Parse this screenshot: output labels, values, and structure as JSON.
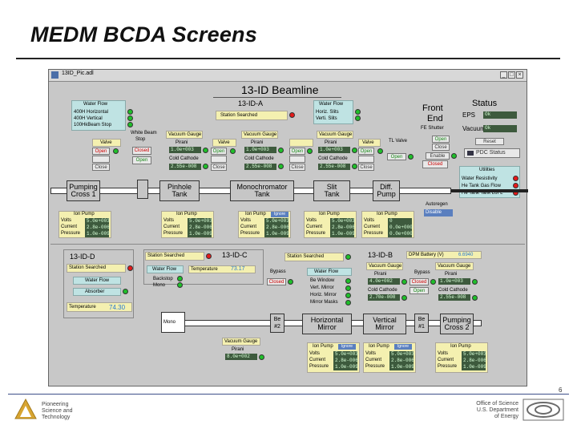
{
  "slide": {
    "title": "MEDM BCDA Screens",
    "page_number": "6",
    "footer_left": [
      "Pioneering",
      "Science and",
      "Technology"
    ],
    "footer_right": [
      "Office of Science",
      "U.S. Department",
      "of Energy"
    ]
  },
  "window": {
    "title": "13ID_Pic.adl",
    "beamline_title": "13-ID Beamline"
  },
  "ida": {
    "label": "13-ID-A",
    "station": "Station Searched",
    "water_flow": {
      "title": "Water Flow",
      "items": [
        "400H Horizontal",
        "400H Vertical",
        "100HkBeam Stop"
      ]
    },
    "white_beam_stop": {
      "title": "White Beam",
      "sub": "Stop",
      "closed": "Closed",
      "open": "Open"
    },
    "water_flow2": {
      "title": "Water Flow",
      "items": [
        "Horiz. Slits",
        "Verti. Slits"
      ]
    },
    "valve1": {
      "title": "Valve",
      "status": "Open",
      "close": "Close"
    },
    "vacgauge1": {
      "title": "Vacuum Gauge",
      "pirani": "Pirani",
      "v1": "1.0e+003",
      "cold": "Cold Cathode",
      "v2": "2.55e-008"
    },
    "valve2": {
      "title": "Valve",
      "status": "Open",
      "close": "Close"
    },
    "vacgauge2": {
      "title": "Vacuum Gauge",
      "pirani": "Pirani",
      "v1": "1.0e+003",
      "cold": "Cold Cathode",
      "v2": "2.55e-008"
    },
    "vacgauge3": {
      "title": "Vacuum Gauge",
      "pirani": "Pirani",
      "v1": "1.0e+003",
      "cold": "Cold Cathode",
      "v2": "2.55e-008"
    },
    "valve3": {
      "title": "Valve",
      "status": "Open",
      "close": "Close"
    },
    "valve4": {
      "title": "Valve",
      "status": "Open",
      "close": "Close"
    },
    "valve5": {
      "title": "TL Valve",
      "status": "Open"
    }
  },
  "front_end": {
    "title1": "Front",
    "title2": "End",
    "shutter": "FE Shutter",
    "open": "Open",
    "closed": "Closed",
    "close": "Close",
    "enable": "Enable"
  },
  "status": {
    "title": "Status",
    "eps": "EPS",
    "eps_val": "Ok",
    "vacuum": "Vacuum",
    "vac_val": "Ok",
    "reset": "Reset",
    "pdc": "PDC Status"
  },
  "utilities": {
    "title": "Utilities",
    "items": [
      "Water Resistivity",
      "He Tank Gas Flow",
      "He Tank Tank LoFL"
    ]
  },
  "autoregen": {
    "label": "Autoregen",
    "value": "Disable"
  },
  "components": [
    "Pumping",
    "Cross 1",
    "Pinhole",
    "Tank",
    "Monochromator",
    "Tank",
    "Slit",
    "Tank",
    "Diff.",
    "Pump"
  ],
  "ion_pumps_top": [
    {
      "title": "Ion Pump",
      "volts": "Volts",
      "current": "Current",
      "pressure": "Pressure",
      "v": "5.0e+003",
      "c": "2.8e-006",
      "p": "1.0e-009"
    },
    {
      "title": "Ion Pump",
      "volts": "Volts",
      "current": "Current",
      "pressure": "Pressure",
      "v": "5.0e+003",
      "c": "2.8e-006",
      "p": "1.0e-009"
    },
    {
      "title": "Ion Pump",
      "volts": "Volts",
      "current": "Current",
      "pressure": "Pressure",
      "v": "5.0e+003",
      "c": "2.8e-006",
      "p": "1.0e-009",
      "ignore": "Ignore"
    },
    {
      "title": "Ion Pump",
      "volts": "Volts",
      "current": "Current",
      "pressure": "Pressure",
      "v": "5.0e+003",
      "c": "2.8e-006",
      "p": "1.0e-009"
    },
    {
      "title": "Ion Pump",
      "volts": "Volts",
      "current": "Current",
      "pressure": "Pressure",
      "v": "0",
      "c": "0.0e+000",
      "p": "0.0e+000"
    }
  ],
  "idd": {
    "label": "13-ID-D",
    "station": "Station Searched",
    "water_flow": "Water Flow",
    "item": "Absorber",
    "temperature_label": "Temperature",
    "temperature": "74.30"
  },
  "idc": {
    "label": "13-ID-C",
    "station": "Station Searched",
    "water_flow": "Water Flow",
    "items": [
      "Backstop",
      "Mono"
    ],
    "temperature_label": "Temperature",
    "temperature": "73.17",
    "bypass": "Bypass",
    "bypass_state": "Closed",
    "water_flow2": "Water Flow",
    "items2": [
      "Be Window",
      "Vert. Mirror",
      "Horiz. Mirror",
      "Mirror Masks"
    ],
    "mono": "Mono"
  },
  "ideb": {
    "label": "13-ID-B",
    "station": "Station Searched",
    "dpm": "DPM Battery (V)",
    "dpm_val": "6.6940",
    "vacgauge": {
      "title": "Vacuum Gauge",
      "pirani": "Pirani",
      "v1": "4.0e+002",
      "cold": "Cold Cathode",
      "v2": "2.70e-008"
    },
    "bypass": "Bypass",
    "bypass_closed": "Closed",
    "bypass_open": "Open",
    "vacgauge2": {
      "title": "Vacuum Gauge",
      "pirani": "Pirani",
      "v1": "1.0e+003",
      "cold": "Cold Cathode",
      "v2": "2.55e-008"
    },
    "be2": "Be #2",
    "be1": "Be #1",
    "hmirror": [
      "Horizontal",
      "Mirror"
    ],
    "vmirror": [
      "Vertical",
      "Mirror"
    ],
    "pc2": [
      "Pumping",
      "Cross 2"
    ],
    "mono_vg": {
      "title": "Vacuum Gauge",
      "pirani": "Pirani",
      "v1": "8.0e+002"
    }
  },
  "ion_pumps_bottom": [
    {
      "title": "Ion Pump",
      "volts": "Volts",
      "current": "Current",
      "pressure": "Pressure",
      "v": "5.0e+003",
      "c": "2.8e-006",
      "p": "1.0e-009",
      "ignore": "Ignore"
    },
    {
      "title": "Ion Pump",
      "volts": "Volts",
      "current": "Current",
      "pressure": "Pressure",
      "v": "5.0e+003",
      "c": "2.8e-006",
      "p": "1.0e-009",
      "ignore": "Ignore"
    },
    {
      "title": "Ion Pump",
      "volts": "Volts",
      "current": "Current",
      "pressure": "Pressure",
      "v": "5.0e+003",
      "c": "2.8e-006",
      "p": "1.0e-009"
    }
  ],
  "colors": {
    "led_green": "#1fbf2a",
    "led_red": "#e41a1a",
    "panel": "#c6c6c6",
    "readback": "#3d5a3d"
  }
}
